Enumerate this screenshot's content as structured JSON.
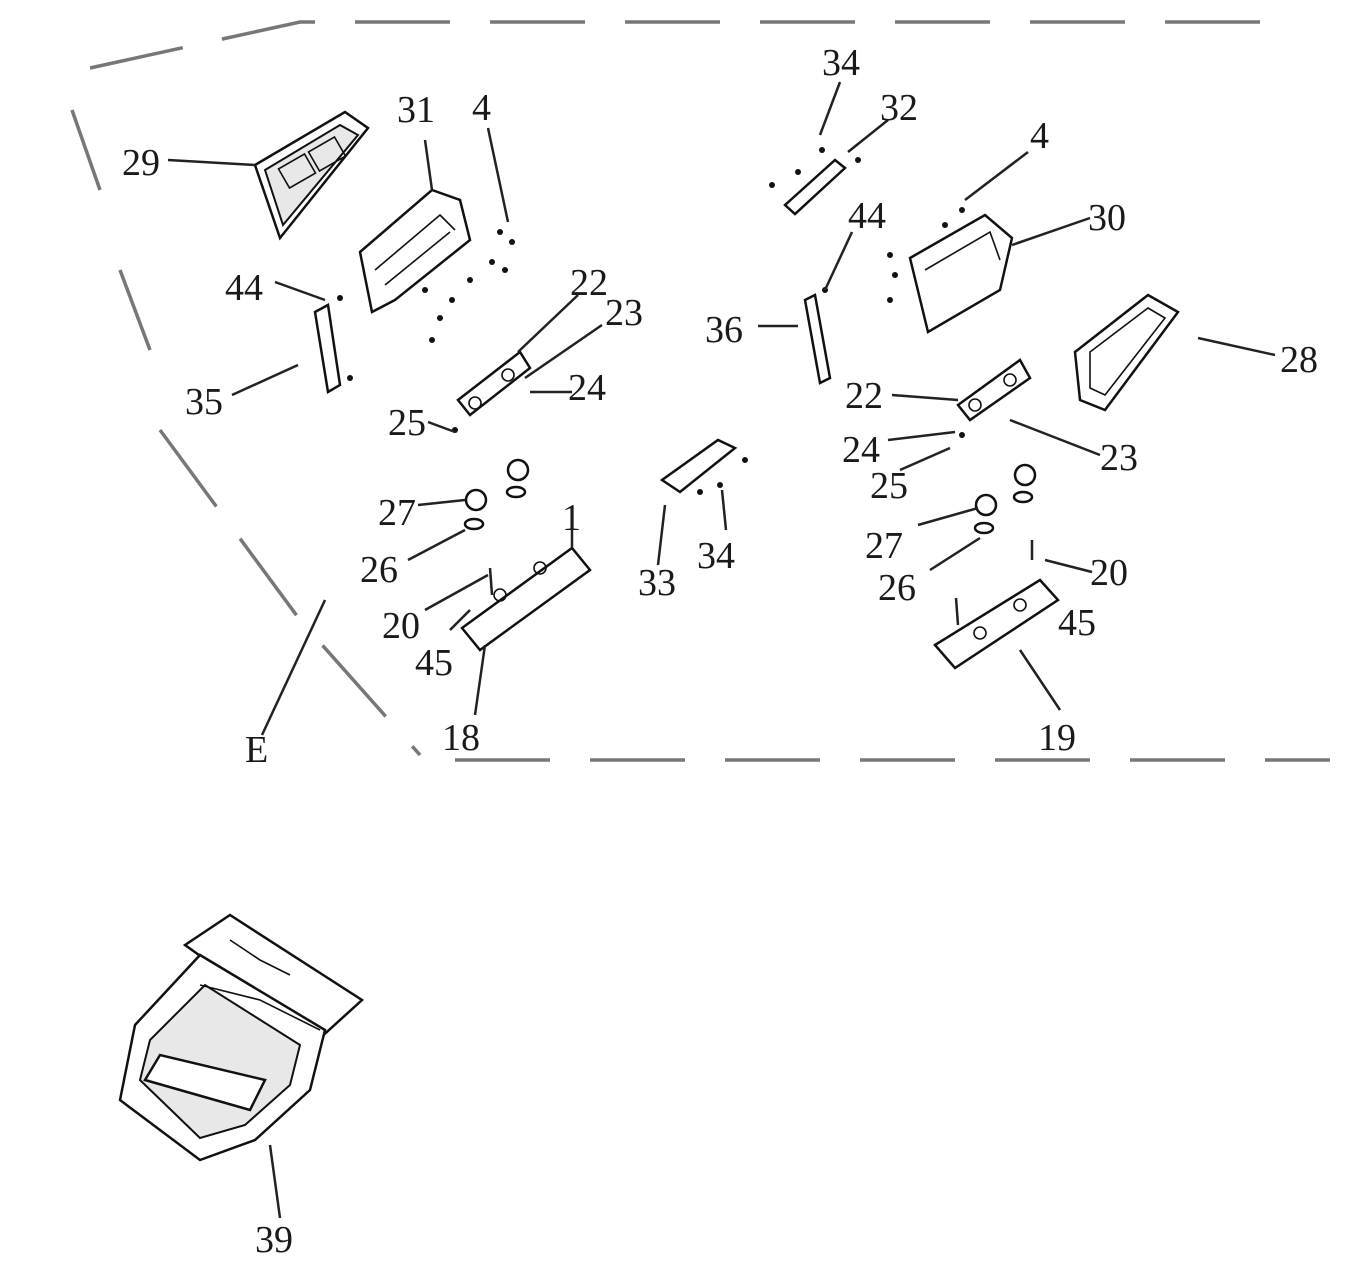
{
  "callouts": {
    "c29": "29",
    "c31": "31",
    "c4a": "4",
    "c44a": "44",
    "c35": "35",
    "c22a": "22",
    "c23a": "23",
    "c24a": "24",
    "c25a": "25",
    "c27a": "27",
    "c26a": "26",
    "c20a": "20",
    "c45a": "45",
    "c1": "1",
    "c18": "18",
    "cE": "E",
    "c33": "33",
    "c34b": "34",
    "c34a": "34",
    "c32": "32",
    "c4b": "4",
    "c44b": "44",
    "c30": "30",
    "c36": "36",
    "c28": "28",
    "c22b": "22",
    "c24b": "24",
    "c25b": "25",
    "c23b": "23",
    "c27b": "27",
    "c26b": "26",
    "c20b": "20",
    "c45b": "45",
    "c19": "19",
    "c39": "39"
  }
}
